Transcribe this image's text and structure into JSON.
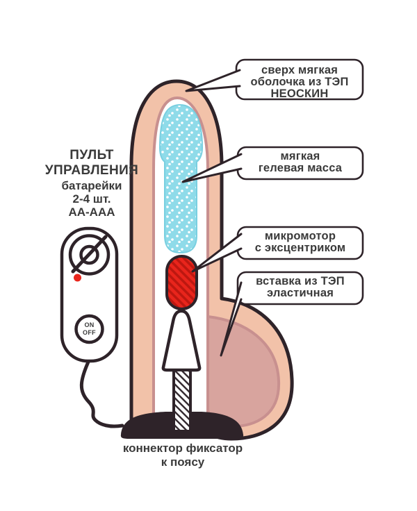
{
  "callouts": [
    {
      "id": "shell",
      "line1": "сверх мягкая",
      "line2": "оболочка из ТЭП",
      "line3": "НЕОСКИН"
    },
    {
      "id": "gel",
      "line1": "мягкая",
      "line2": "гелевая масса"
    },
    {
      "id": "motor",
      "line1": "микромотор",
      "line2": "с эксцентриком"
    },
    {
      "id": "insert",
      "line1": "вставка из ТЭП",
      "line2": "эластичная"
    }
  ],
  "remote_label": {
    "title_line1": "ПУЛЬТ",
    "title_line2": "УПРАВЛЕНИЯ",
    "sub_line1": "батарейки",
    "sub_line2": "2-4 шт.",
    "sub_line3": "АА-ААА"
  },
  "remote": {
    "power_on": "ON",
    "power_off": "OFF"
  },
  "bottom_label": {
    "line1": "коннектор фиксатор",
    "line2": "к поясу"
  },
  "colors": {
    "bg": "#ffffff",
    "outline": "#2e2329",
    "flesh": "#f2c2a9",
    "flesh-inner": "#d8a49e",
    "mauve": "#c8908f",
    "gel": "#8fdbe9",
    "gel-dot": "#ffffff",
    "gel-edge": "#79cfe0",
    "motor": "#e9251c",
    "motor-hatch": "#bc1710",
    "led": "#e9251c",
    "text": "#3a3a3a"
  }
}
